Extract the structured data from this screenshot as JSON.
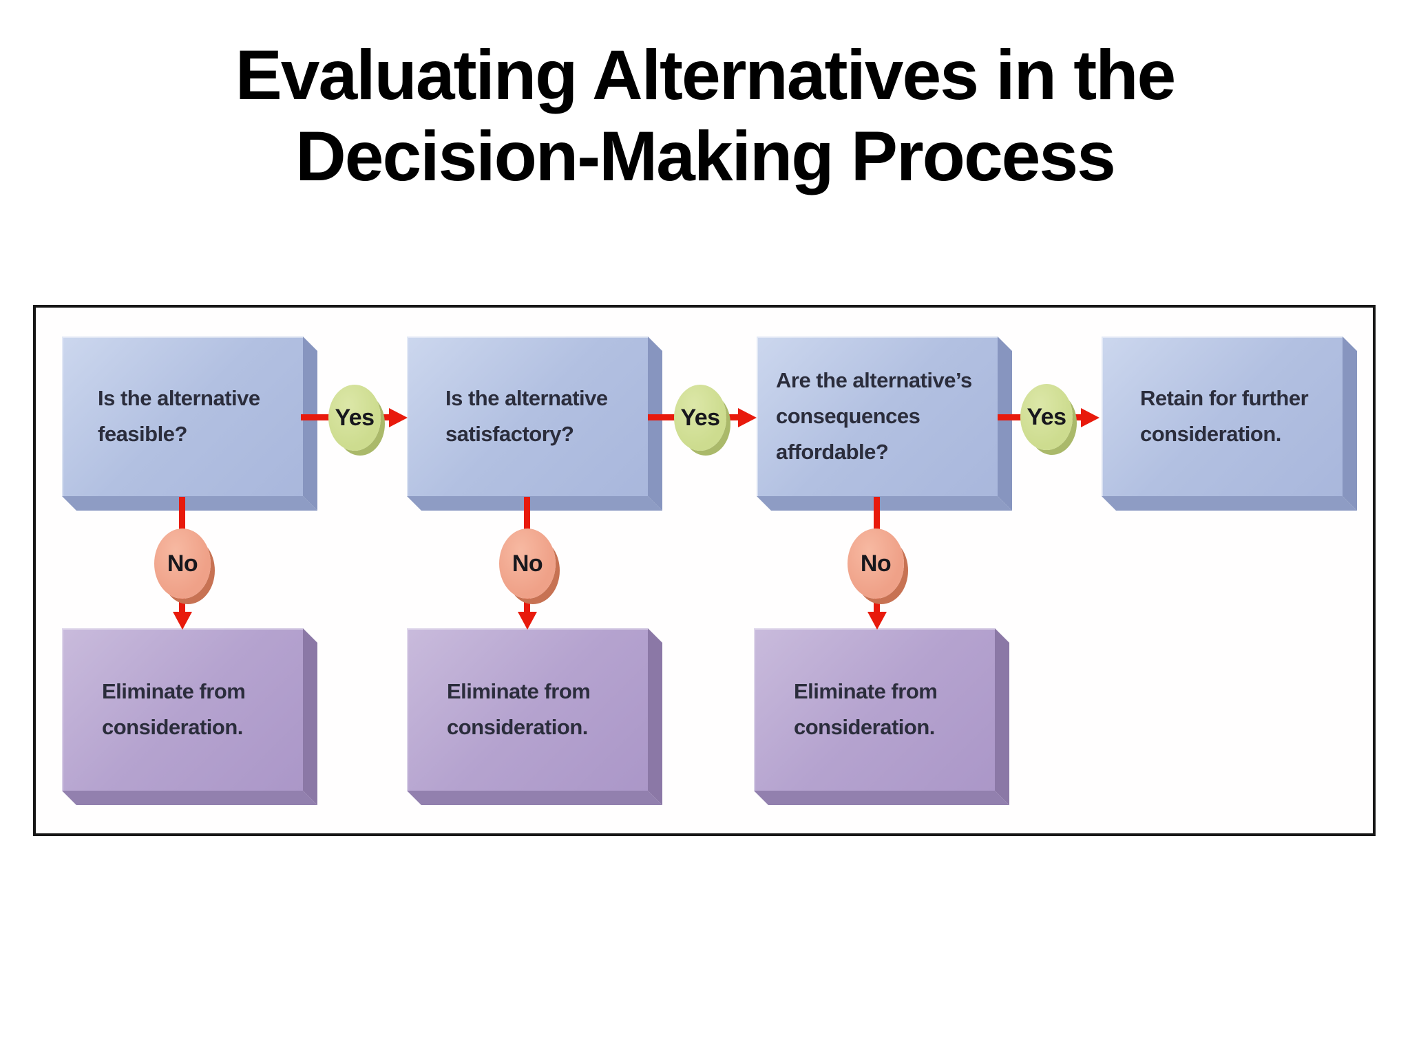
{
  "title": {
    "line1": "Evaluating Alternatives in the",
    "line2": "Decision-Making Process"
  },
  "flowchart": {
    "decision_boxes": [
      {
        "text": "Is the alternative feasible?",
        "lines": [
          "Is the alternative",
          "feasible?"
        ]
      },
      {
        "text": "Is the alternative satisfactory?",
        "lines": [
          "Is the alternative",
          "satisfactory?"
        ]
      },
      {
        "text": "Are the alternative’s consequences affordable?",
        "lines": [
          "Are the alternative’s",
          "consequences",
          "affordable?"
        ]
      }
    ],
    "retain_box": {
      "text": "Retain for further consideration.",
      "lines": [
        "Retain for further",
        "consideration."
      ]
    },
    "eliminate_boxes": [
      {
        "text": "Eliminate from consideration.",
        "lines": [
          "Eliminate from",
          "consideration."
        ]
      },
      {
        "text": "Eliminate from consideration.",
        "lines": [
          "Eliminate from",
          "consideration."
        ]
      },
      {
        "text": "Eliminate from consideration.",
        "lines": [
          "Eliminate from",
          "consideration."
        ]
      }
    ],
    "yes_labels": [
      "Yes",
      "Yes",
      "Yes"
    ],
    "no_labels": [
      "No",
      "No",
      "No"
    ],
    "colors": {
      "question_box": "#b2c0e1",
      "result_box": "#b5a3cf",
      "yes_oval": "#cddc8f",
      "no_oval": "#efa188",
      "arrow": "#e81a0c"
    }
  }
}
